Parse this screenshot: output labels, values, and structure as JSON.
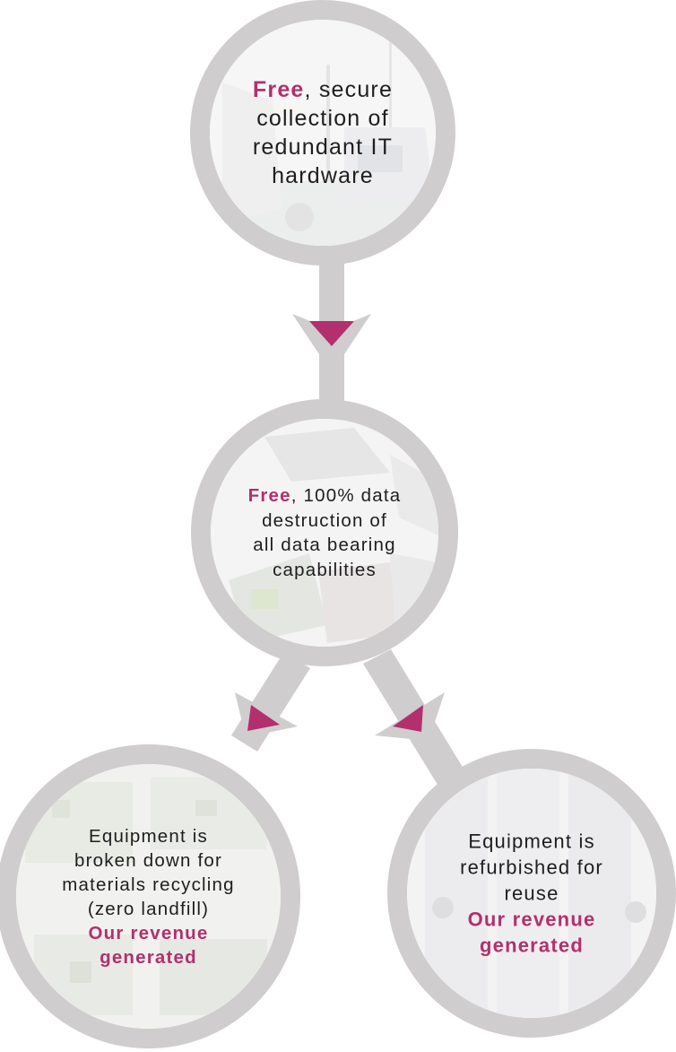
{
  "colors": {
    "ring": "#cfcdce",
    "accent": "#b2306d",
    "text": "#1e1e1e"
  },
  "nodes": {
    "collection": {
      "emphasis": "Free",
      "rest": ", secure",
      "lines": [
        "collection of",
        "redundant IT",
        "hardware"
      ]
    },
    "destruction": {
      "emphasis": "Free",
      "rest": ", 100% data",
      "lines": [
        "destruction of",
        "all data bearing",
        "capabilities"
      ]
    },
    "recycling": {
      "lines": [
        "Equipment is",
        "broken down for",
        "materials recycling",
        "(zero landfill)"
      ],
      "revenue": [
        "Our revenue",
        "generated"
      ]
    },
    "refurbish": {
      "lines": [
        "Equipment is",
        "refurbished for",
        "reuse"
      ],
      "revenue": [
        "Our revenue",
        "generated"
      ]
    }
  }
}
